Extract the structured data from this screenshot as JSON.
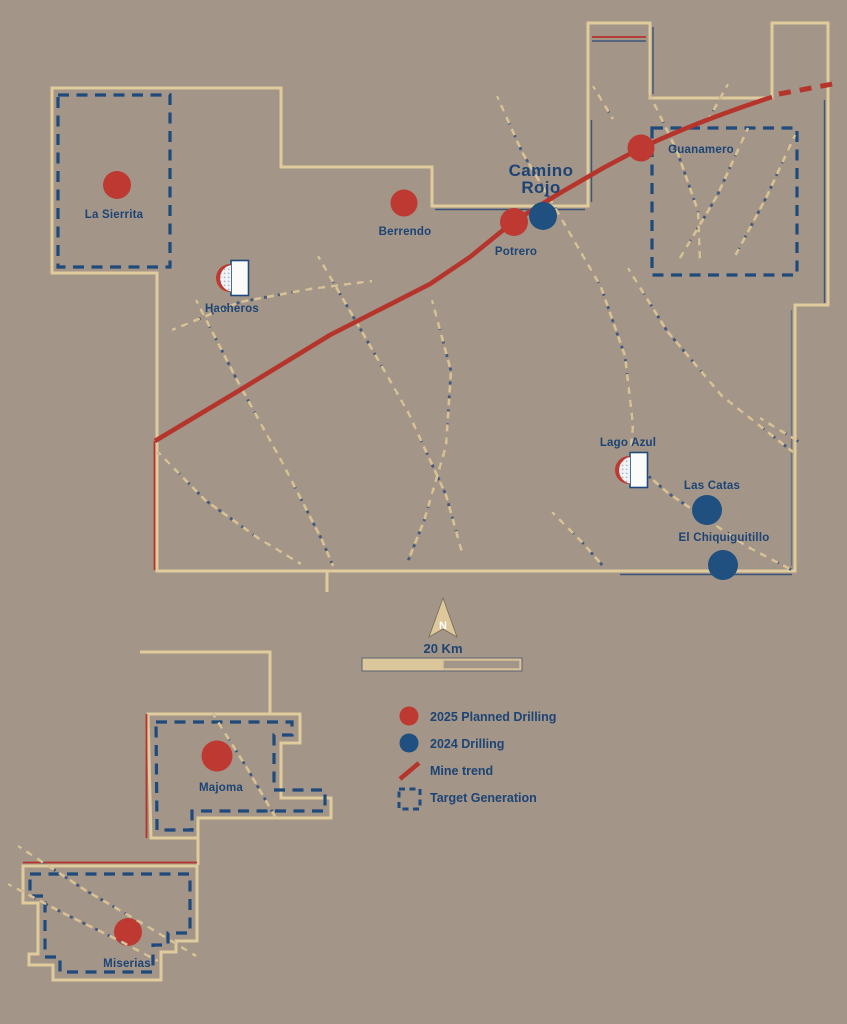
{
  "map": {
    "title_line1": "Camino",
    "title_line2": "Rojo",
    "scale_label": "20 Km",
    "north_label": "N"
  },
  "sites": [
    {
      "name": "La Sierrita",
      "marker": "2025-planned-drilling"
    },
    {
      "name": "Hacheros",
      "marker": "2025-planned-drilling-half"
    },
    {
      "name": "Berrendo",
      "marker": "2025-planned-drilling"
    },
    {
      "name": "Potrero",
      "marker": "2025-planned-and-2024-drilling"
    },
    {
      "name": "Guanamero",
      "marker": "2025-planned-drilling"
    },
    {
      "name": "Lago Azul",
      "marker": "2025-planned-drilling-half"
    },
    {
      "name": "Las Catas",
      "marker": "2024-drilling"
    },
    {
      "name": "El Chiquiguitillo",
      "marker": "2024-drilling"
    },
    {
      "name": "Majoma",
      "marker": "2025-planned-drilling"
    },
    {
      "name": "Miserias",
      "marker": "2025-planned-drilling"
    }
  ],
  "legend": {
    "items": [
      {
        "symbol": "red-circle",
        "label": "2025 Planned Drilling"
      },
      {
        "symbol": "blue-circle",
        "label": "2024 Drilling"
      },
      {
        "symbol": "red-line",
        "label": "Mine trend"
      },
      {
        "symbol": "dashed-square",
        "label": "Target Generation"
      }
    ]
  },
  "colors": {
    "background": "#a39588",
    "boundary_tan": "#e0cb9d",
    "road_tan": "#d8c194",
    "drill_red": "#bd3931",
    "drill_blue": "#20507f",
    "label_navy": "#1c4474",
    "mine_trend_red": "#b5352c"
  }
}
